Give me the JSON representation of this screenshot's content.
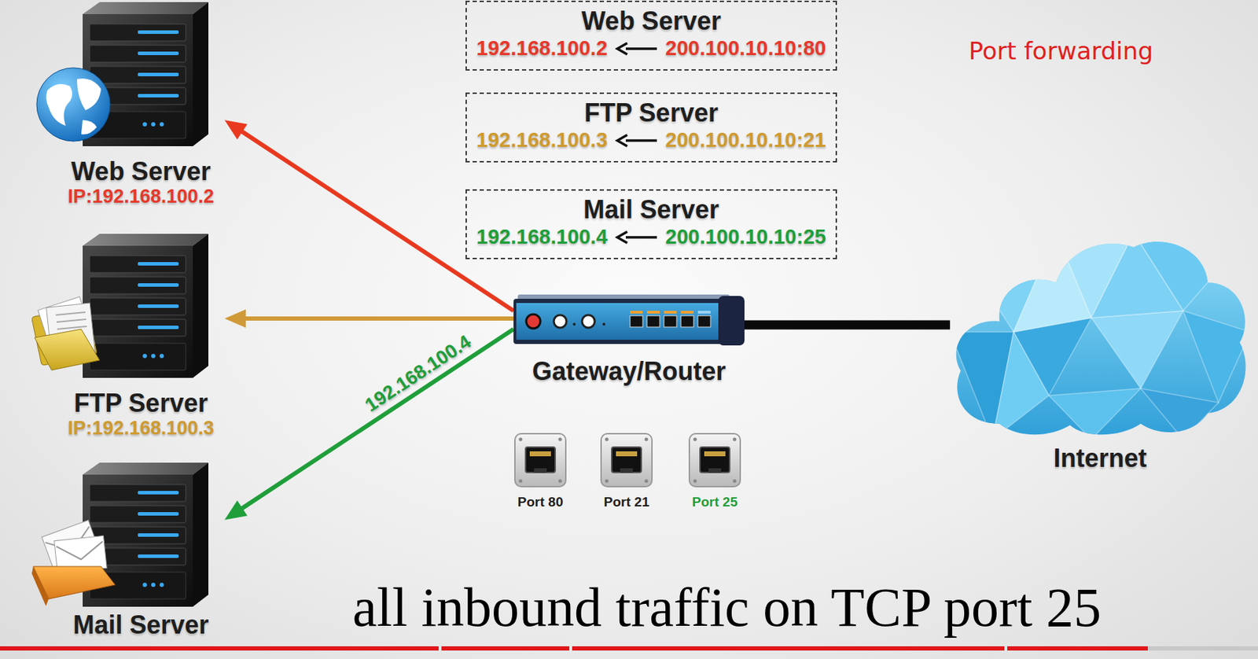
{
  "diagram": {
    "caption": "all inbound traffic on TCP port 25",
    "nodes": [
      {
        "text": [
          "Web Server",
          "192.168.100.2",
          "200.100.10.10:80"
        ]
      },
      {
        "text": [
          "Web Server",
          "IP:192.168.100.2"
        ]
      },
      {
        "text": [
          "FTP Server",
          "192.168.100.3",
          "200.100.10.10:21"
        ]
      },
      {
        "text": [
          "Mail Server",
          "192.168.100.4",
          "200.100.10.10:25"
        ]
      },
      {
        "text": [
          "FTP Server",
          "IP:192.168.100.3"
        ]
      },
      {
        "text": [
          "Gateway/Router"
        ]
      },
      {
        "text": [
          "Internet"
        ]
      },
      {
        "text": [
          "Mail Server"
        ]
      }
    ],
    "edges": [
      {
        "from": 5,
        "to": 1,
        "arrow": "to"
      },
      {
        "from": 5,
        "to": 4,
        "arrow": "to"
      },
      {
        "from": 5,
        "to": 7,
        "arrow": "to",
        "label": "192.168.100.4"
      },
      {
        "from": 5,
        "to": 6,
        "arrow": "none"
      }
    ],
    "labels": [
      "Port forwarding",
      "Port 80",
      "Port 21",
      "Port 25"
    ]
  }
}
